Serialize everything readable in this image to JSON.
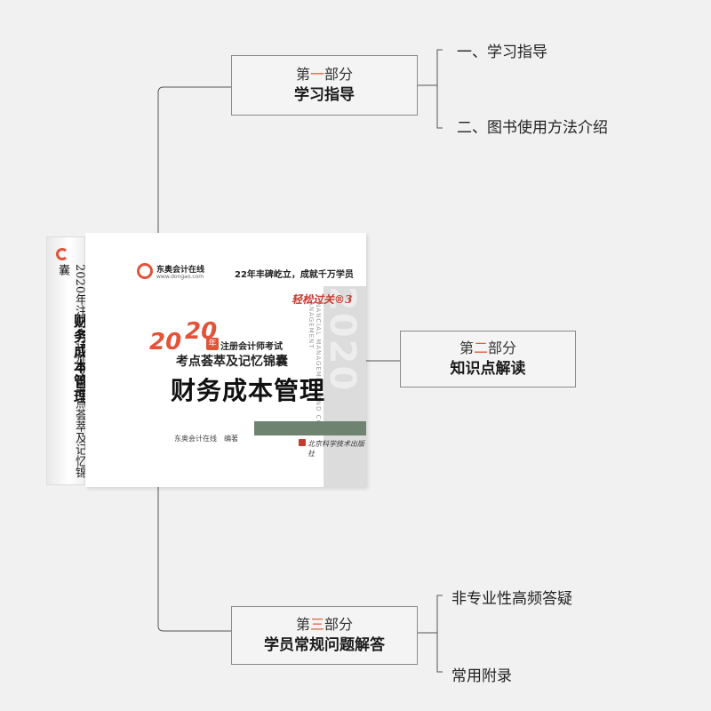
{
  "diagram": {
    "part1": {
      "prefix": "第",
      "num": "一",
      "suffix": "部分",
      "title": "学习指导",
      "items": [
        "一、学习指导",
        "二、图书使用方法介绍"
      ]
    },
    "part2": {
      "prefix": "第",
      "num": "二",
      "suffix": "部分",
      "title": "知识点解读"
    },
    "part3": {
      "prefix": "第",
      "num": "三",
      "suffix": "部分",
      "title": "学员常规问题解答",
      "items": [
        "非专业性高频答疑",
        "常用附录"
      ]
    }
  },
  "book": {
    "brand": "东奥会计在线",
    "brand_url": "www.dongao.com",
    "slogan": "22年丰碑屹立，成就千万学员",
    "series": "轻松过关®3",
    "year_a": "20",
    "year_b": "20",
    "year_suffix": "年",
    "exam": "注册会计师考试",
    "subtitle": "考点荟萃及记忆锦囊",
    "main_title": "财务成本管理",
    "big_year": "2020",
    "english": "FINANCIAL MANAGEMENT AND COST MANAGEMENT",
    "editor": "东奥会计在线　编著",
    "publisher": "北京科学技术出版社",
    "spine_text": "2020年注册会计师考试考点荟萃及记忆锦囊",
    "spine_title": "财务成本管理",
    "colors": {
      "accent": "#e2533a",
      "bar": "#6e8470"
    }
  }
}
